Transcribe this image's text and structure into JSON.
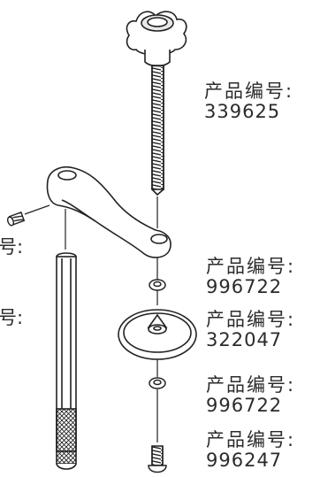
{
  "parts": [
    {
      "caption": "产品编号:",
      "number": "339625"
    },
    {
      "caption": "产品编号:",
      "number": "996722"
    },
    {
      "caption": "产品编号:",
      "number": "322047"
    },
    {
      "caption": "产品编号:",
      "number": "996722"
    },
    {
      "caption": "产品编号:",
      "number": "996247"
    }
  ],
  "cropped_labels": {
    "upper_right_char": "号:",
    "lower_right_char": "号:"
  }
}
